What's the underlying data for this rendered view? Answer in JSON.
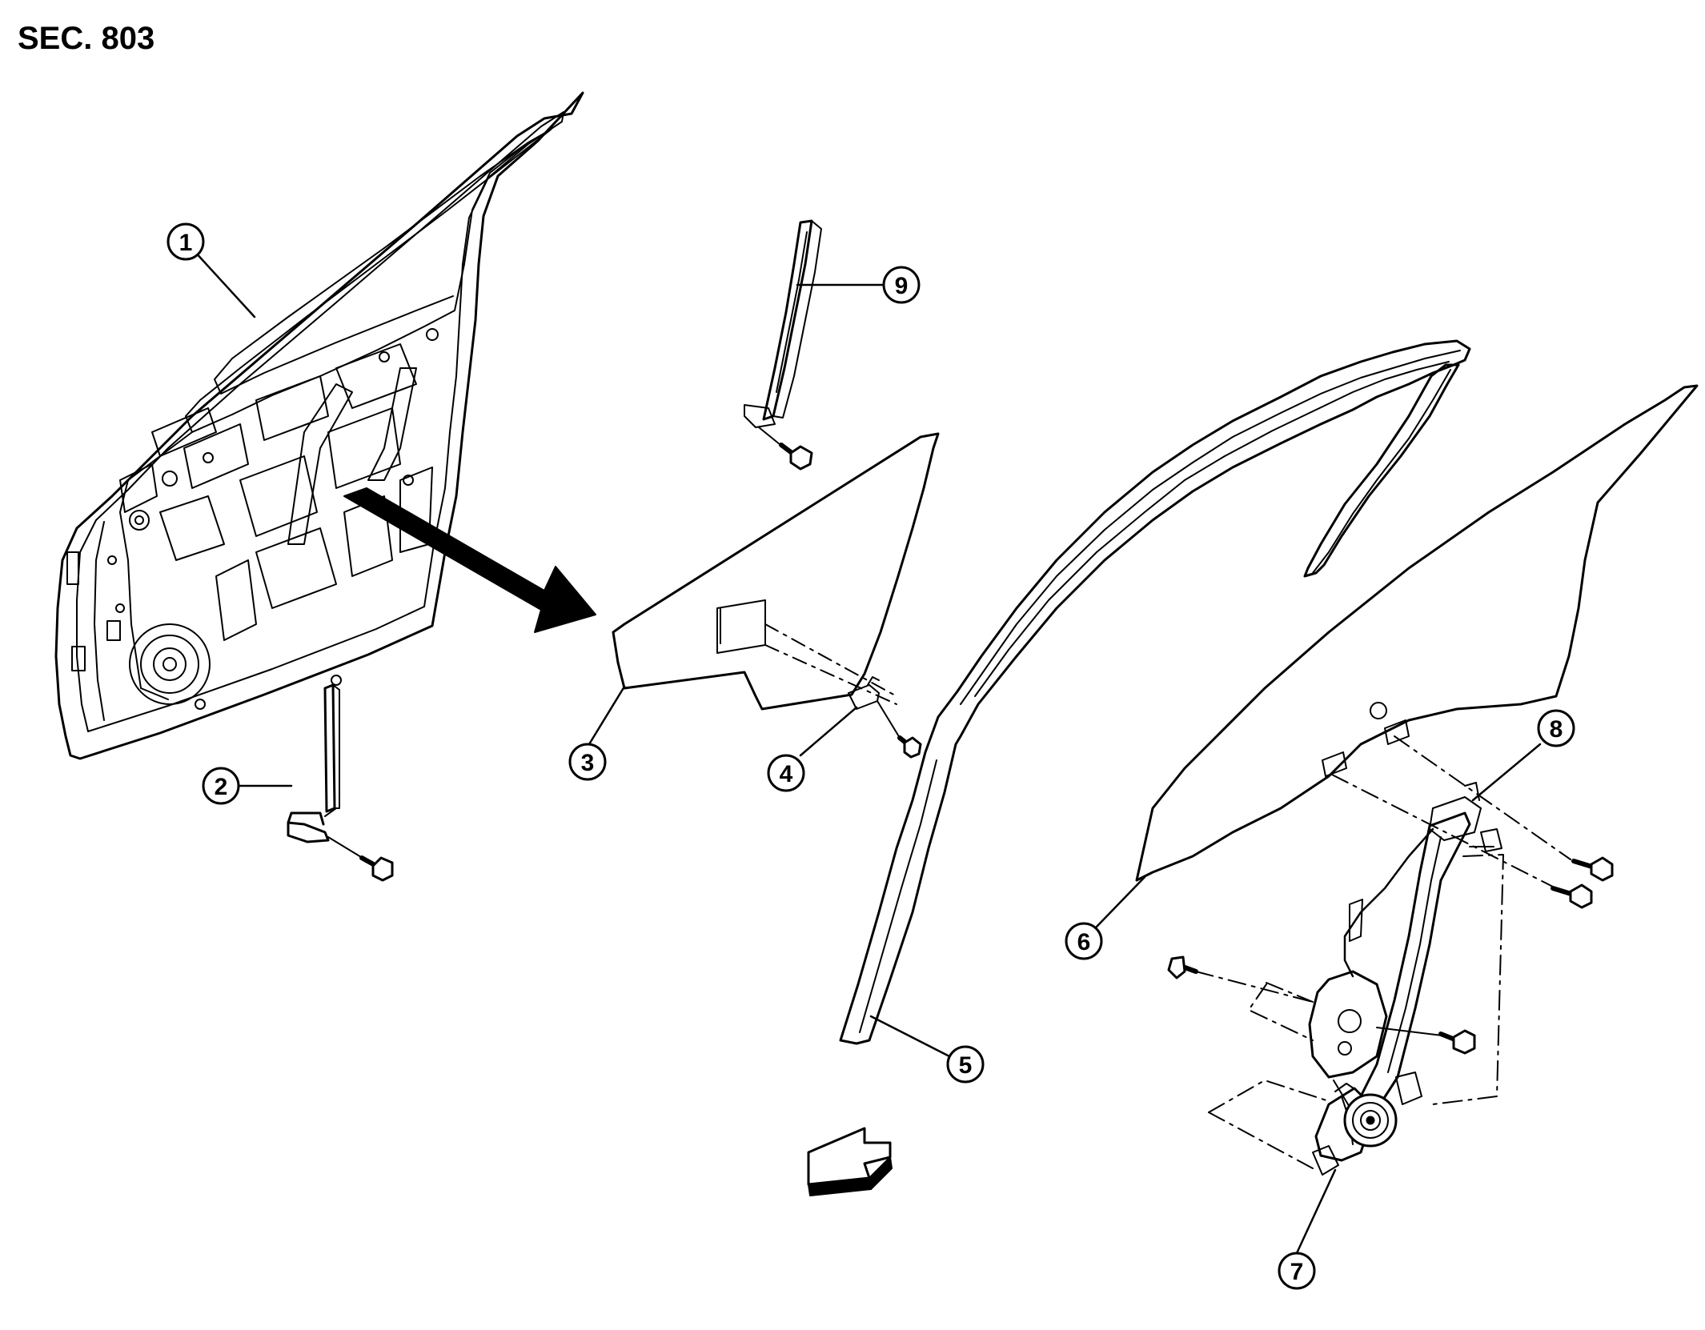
{
  "section_label": "SEC. 803",
  "callouts": {
    "door_panel": "1",
    "rear_lower_sash": "2",
    "partition_glass": "3",
    "glass_bracket": "4",
    "glass_run_rubber": "5",
    "door_glass": "6",
    "regulator_motor": "7",
    "regulator_assembly": "8",
    "front_upper_sash": "9"
  },
  "icons": {
    "front_direction_arrow": "hollow-arrow-icon",
    "view_arrow": "pointer-arrow-icon"
  },
  "colors": {
    "line": "#000000",
    "background": "#ffffff"
  }
}
